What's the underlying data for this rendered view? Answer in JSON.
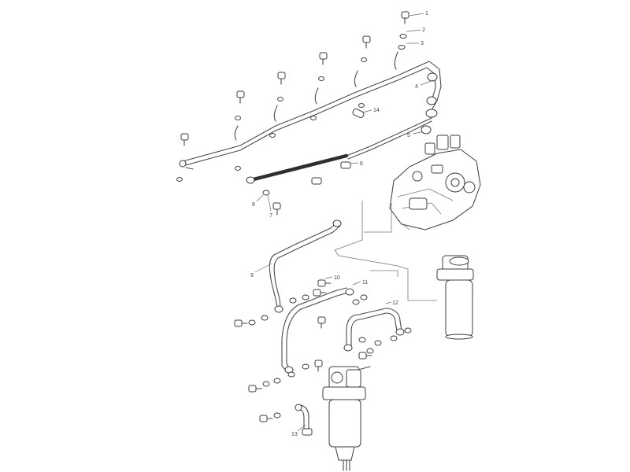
{
  "diagram": {
    "callouts": [
      "1",
      "2",
      "3",
      "4",
      "5",
      "6",
      "7",
      "8",
      "9",
      "10",
      "11",
      "12",
      "13",
      "14"
    ]
  },
  "colors": {
    "line": "#4a4a4a",
    "background": "#ffffff",
    "hose": "#2e2e2e"
  }
}
